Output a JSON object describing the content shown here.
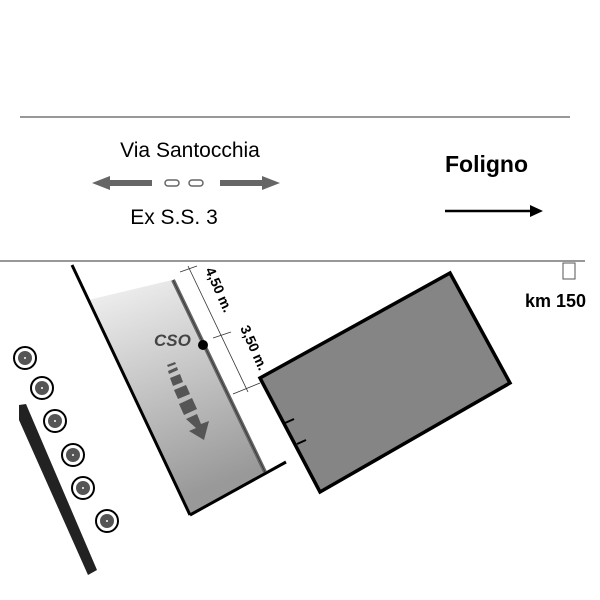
{
  "road": {
    "name": "Via Santocchia",
    "designation": "Ex S.S. 3",
    "direction_label": "Foligno"
  },
  "marker": {
    "label": "km 150"
  },
  "dimensions": {
    "first": "4,50 m.",
    "second": "3,50 m."
  },
  "point": {
    "label": "CSO"
  },
  "colors": {
    "building": "#858585",
    "lane_light": "#f2f2f2",
    "lane_dark": "#9a9a9a",
    "ink": "#000000"
  }
}
